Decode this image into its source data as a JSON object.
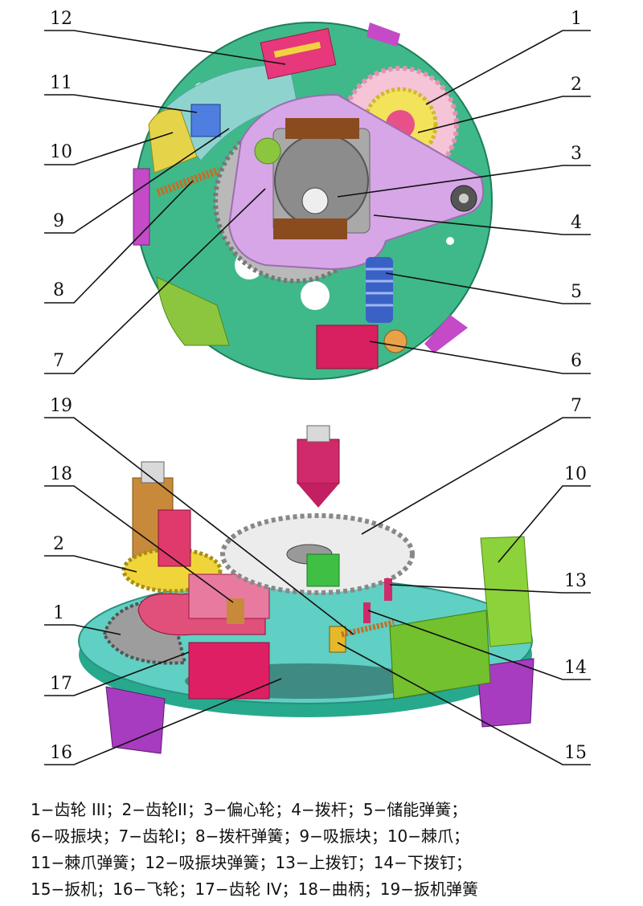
{
  "callouts": {
    "top": [
      "12",
      "11",
      "10",
      "9",
      "8",
      "7",
      "1",
      "2",
      "3",
      "4",
      "5",
      "6"
    ],
    "bottom": [
      "19",
      "18",
      "2",
      "1",
      "17",
      "16",
      "7",
      "10",
      "13",
      "14",
      "15"
    ]
  },
  "legend": [
    "1−齿轮 III；2−齿轮II；3−偏心轮；4−拨杆；5−储能弹簧；",
    "6−吸振块；7−齿轮I；8−拨杆弹簧；9−吸振块；10−棘爪；",
    "11−棘爪弹簧；12−吸振块弹簧；13−上拨钉；14−下拨钉；",
    "15−扳机；16−飞轮；17−齿轮 IV；18−曲柄；19−扳机弹簧"
  ]
}
